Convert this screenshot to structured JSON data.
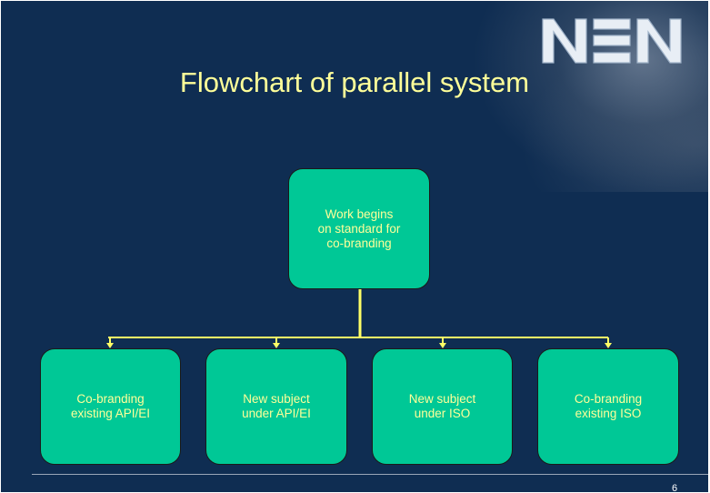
{
  "slide": {
    "title": "Flowchart of parallel system",
    "page_number": "6",
    "logo_text": "NEN"
  },
  "colors": {
    "background": "#0f2d52",
    "box_fill": "#00c896",
    "text": "#ffff99",
    "connector": "#ffff66"
  },
  "flowchart": {
    "root": {
      "label": "Work begins\non standard for\nco-branding"
    },
    "children": [
      {
        "label": "Co-branding\nexisting API/EI"
      },
      {
        "label": "New subject\nunder API/EI"
      },
      {
        "label": "New subject\nunder ISO"
      },
      {
        "label": "Co-branding\nexisting ISO"
      }
    ]
  }
}
